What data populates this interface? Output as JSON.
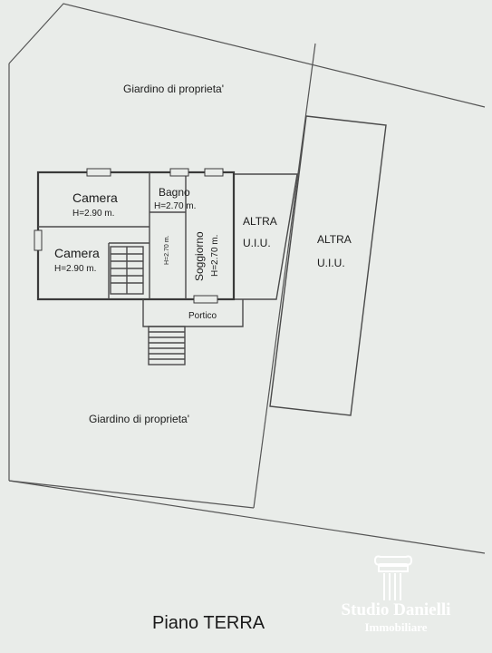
{
  "labels": {
    "garden_top": "Giardino di proprieta'",
    "garden_bottom": "Giardino di proprieta'",
    "camera1": "Camera",
    "camera1_h": "H=2.90 m.",
    "camera2": "Camera",
    "camera2_h": "H=2.90 m.",
    "bagno": "Bagno",
    "bagno_h": "H=2.70 m.",
    "disimpegno_h": "H=2.70 m.",
    "soggiorno": "Soggiorno",
    "soggiorno_h": "H=2.70 m.",
    "portico": "Portico",
    "altra1_a": "ALTRA",
    "altra1_b": "U.I.U.",
    "altra2_a": "ALTRA",
    "altra2_b": "U.I.U."
  },
  "footer": {
    "title": "Piano TERRA"
  },
  "brand": {
    "name": "Studio Danielli",
    "sub": "Immobiliare",
    "logo_icon": "column-capital-icon"
  },
  "colors": {
    "paper": "#e9ece9",
    "ink": "#1b1b1b"
  }
}
